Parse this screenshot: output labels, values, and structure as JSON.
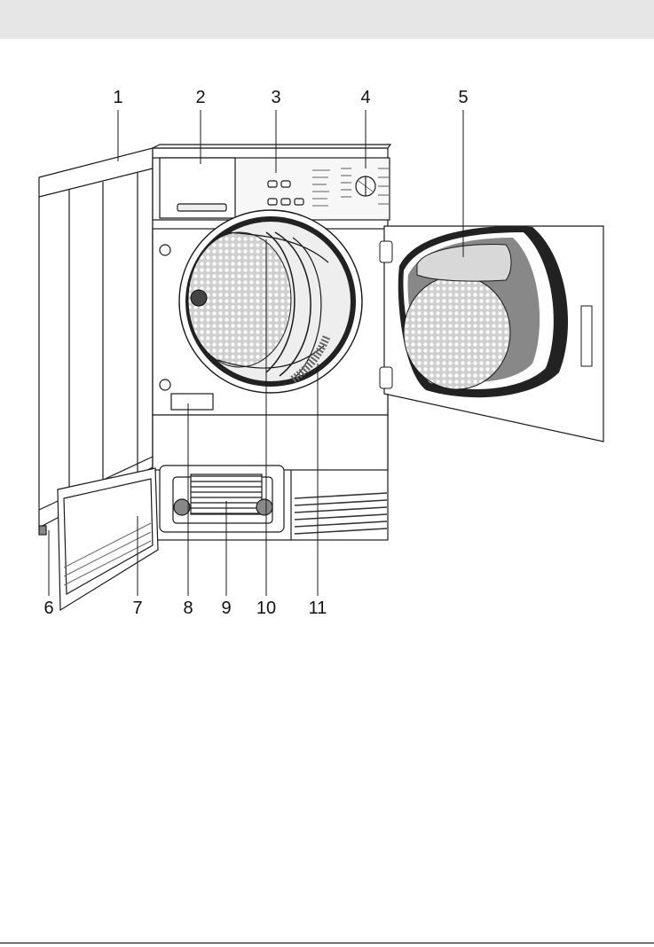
{
  "diagram": {
    "callouts": [
      {
        "id": "c1",
        "label": "1"
      },
      {
        "id": "c2",
        "label": "2"
      },
      {
        "id": "c3",
        "label": "3"
      },
      {
        "id": "c4",
        "label": "4"
      },
      {
        "id": "c5",
        "label": "5"
      },
      {
        "id": "c6",
        "label": "6"
      },
      {
        "id": "c7",
        "label": "7"
      },
      {
        "id": "c8",
        "label": "8"
      },
      {
        "id": "c9",
        "label": "9"
      },
      {
        "id": "c10",
        "label": "10"
      },
      {
        "id": "c11",
        "label": "11"
      }
    ]
  },
  "colors": {
    "header_band": "#e6e6e6",
    "line": "#1a1a1a",
    "panel_fill": "#f2f2f2",
    "drum_dark": "#222222",
    "drum_mid": "#9a9a9a",
    "drum_light": "#d8d8d8"
  }
}
